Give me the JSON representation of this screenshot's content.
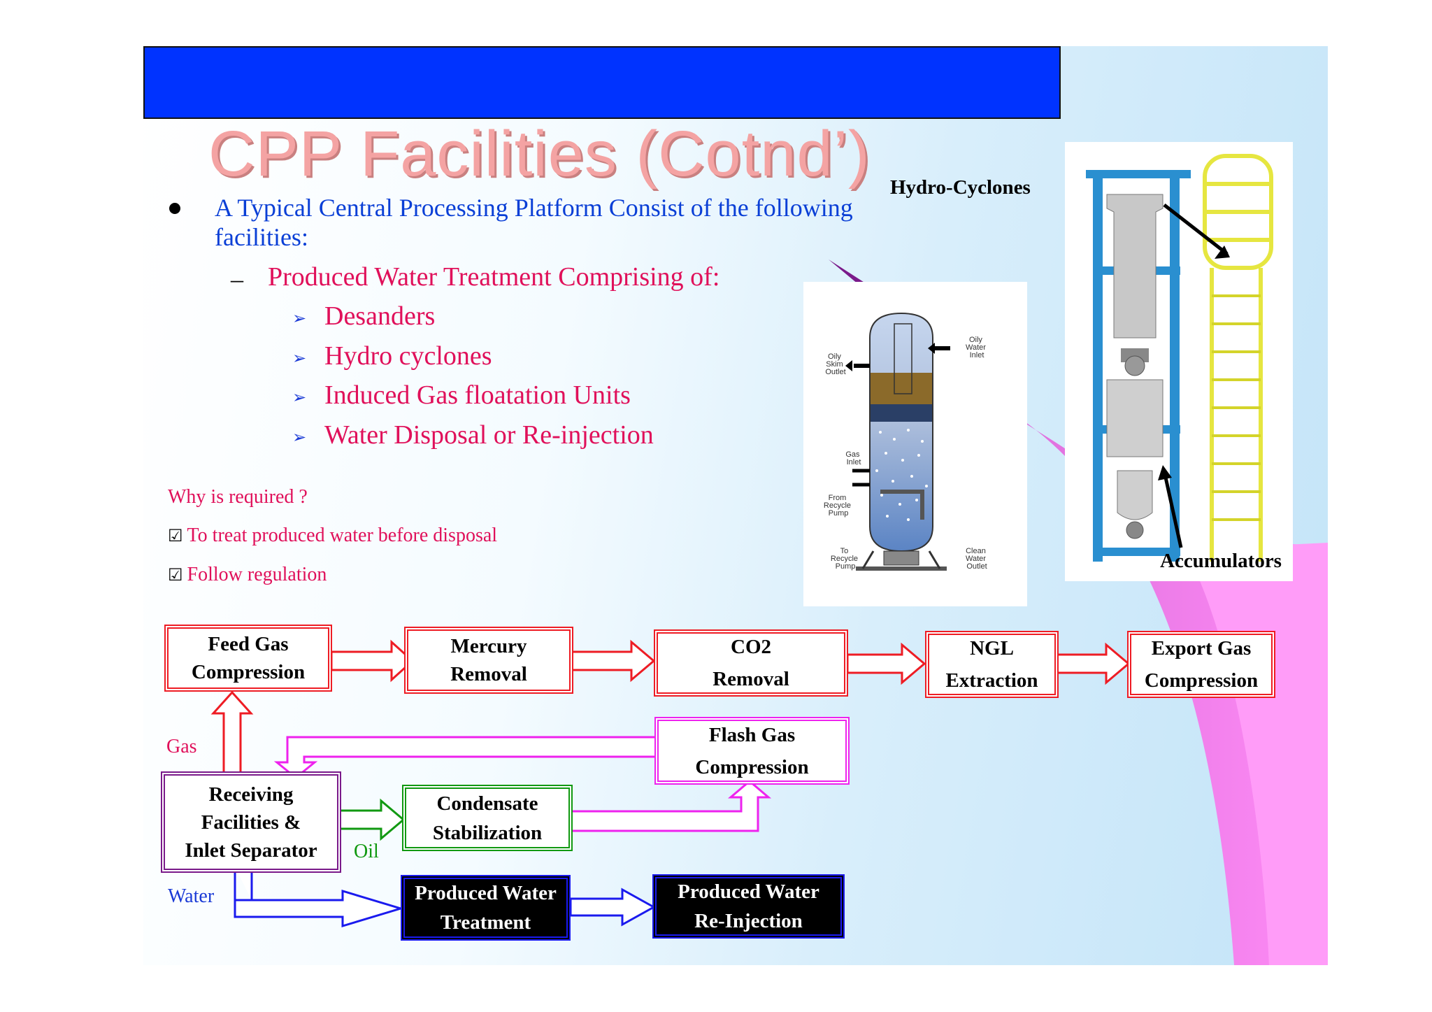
{
  "slide": {
    "title": "CPP Facilities (Cotnd’)",
    "intro": "A Typical Central Processing Platform Consist of the following facilities:",
    "sub_heading": "Produced Water Treatment Comprising of:",
    "items": [
      "Desanders",
      "Hydro cyclones",
      "Induced Gas floatation Units",
      "Water Disposal or Re-injection"
    ],
    "why_question": "Why is required ?",
    "reasons": [
      "To treat produced water before disposal",
      "Follow regulation"
    ]
  },
  "separator_figure": {
    "labels": {
      "oily_skim_outlet": [
        "Oily",
        "Skim",
        "Outlet"
      ],
      "oily_water_inlet": [
        "Oily",
        "Water",
        "Inlet"
      ],
      "gas_inlet": [
        "Gas",
        "Inlet"
      ],
      "from_recycle_pump": [
        "From",
        "Recycle",
        "Pump"
      ],
      "to_recycle_pump": [
        "To",
        "Recycle",
        "Pump"
      ],
      "clean_water_outlet": [
        "Clean",
        "Water",
        "Outlet"
      ]
    }
  },
  "hydrocyclone_figure": {
    "label_top": "Hydro-Cyclones",
    "label_bottom": "Accumulators"
  },
  "flow": {
    "feed_gas": [
      "Feed Gas",
      "Compression"
    ],
    "mercury": [
      "Mercury",
      "Removal"
    ],
    "co2": [
      "CO2",
      "Removal"
    ],
    "ngl": [
      "NGL",
      "Extraction"
    ],
    "export_gas": [
      "Export Gas",
      "Compression"
    ],
    "flash_gas": [
      "Flash Gas",
      "Compression"
    ],
    "receiving": [
      "Receiving",
      "Facilities &",
      "Inlet Separator"
    ],
    "condensate": [
      "Condensate",
      "Stabilization"
    ],
    "pw_treatment": [
      "Produced Water",
      "Treatment"
    ],
    "pw_reinjection": [
      "Produced Water",
      "Re-Injection"
    ],
    "label_gas": "Gas",
    "label_oil": "Oil",
    "label_water": "Water"
  },
  "colors": {
    "header": "#0033ff",
    "title": "#f4a3a3",
    "intro_text": "#0a3fd6",
    "pink_text": "#e0105a",
    "red_flow": "#ee1c24",
    "magenta_flow": "#ee22ee",
    "green_flow": "#119911",
    "purple_flow": "#7a1a8a",
    "blue_flow": "#1a1aee"
  }
}
